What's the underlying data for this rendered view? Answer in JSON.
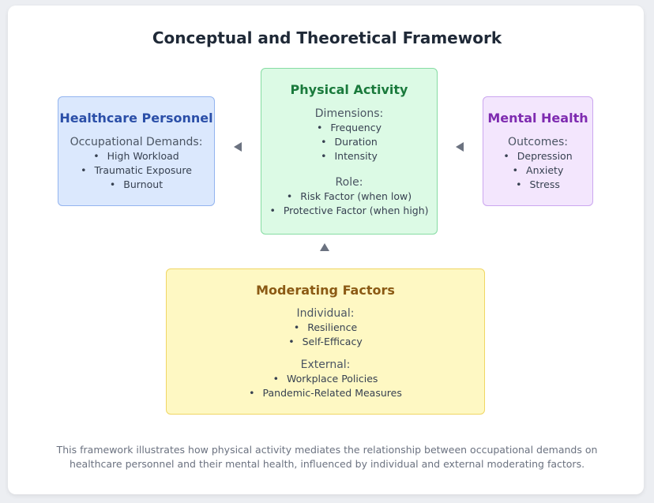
{
  "title": "Conceptual and Theoretical Framework",
  "healthcare": {
    "title": "Healthcare Personnel",
    "section_label": "Occupational Demands:",
    "items": [
      "High Workload",
      "Traumatic Exposure",
      "Burnout"
    ]
  },
  "physical_activity": {
    "title": "Physical Activity",
    "dimensions_label": "Dimensions:",
    "dimensions": [
      "Frequency",
      "Duration",
      "Intensity"
    ],
    "role_label": "Role:",
    "roles": [
      "Risk Factor (when low)",
      "Protective Factor (when high)"
    ]
  },
  "mental_health": {
    "title": "Mental Health",
    "section_label": "Outcomes:",
    "items": [
      "Depression",
      "Anxiety",
      "Stress"
    ]
  },
  "moderating": {
    "title": "Moderating Factors",
    "individual_label": "Individual:",
    "individual": [
      "Resilience",
      "Self-Efficacy"
    ],
    "external_label": "External:",
    "external": [
      "Workplace Policies",
      "Pandemic-Related Measures"
    ]
  },
  "caption": "This framework illustrates how physical activity mediates the relationship between occupational demands on healthcare personnel and their mental health, influenced by individual and external moderating factors.",
  "colors": {
    "healthcare_title": "#2b4fa8",
    "physical_activity_title": "#1a7a3c",
    "mental_health_title": "#7e2bb0",
    "moderating_title": "#8b5a14",
    "arrow": "#6b7280"
  }
}
